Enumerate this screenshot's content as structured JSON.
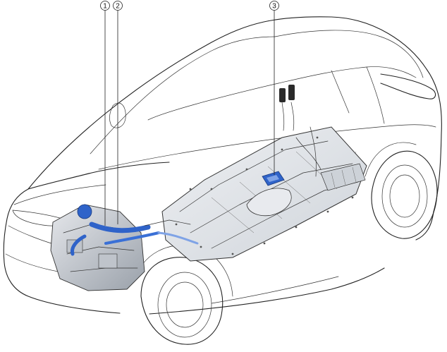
{
  "callouts": [
    {
      "id": "callout-1",
      "label": "1"
    },
    {
      "id": "callout-2",
      "label": "2"
    },
    {
      "id": "callout-3",
      "label": "3"
    }
  ],
  "colors": {
    "highlight": "#2f63c9",
    "highlight_light": "#7fa3e6",
    "outline": "#222222",
    "component_fill": "#d9dde3"
  },
  "icons": [
    "vehicle-body-outline",
    "front-wheel",
    "rear-wheel",
    "motor-unit",
    "battery-pack",
    "cable-harness",
    "connector-unit"
  ]
}
